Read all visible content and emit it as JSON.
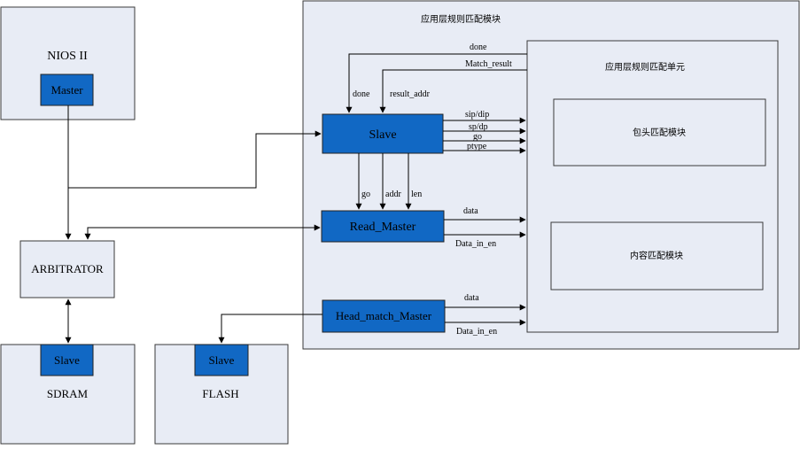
{
  "blocks": {
    "nios": "NIOS II",
    "master": "Master",
    "arbitrator": "ARBITRATOR",
    "sdram_slave": "Slave",
    "sdram": "SDRAM",
    "flash_slave": "Slave",
    "flash": "FLASH"
  },
  "module": {
    "title": "应用层规则匹配模块",
    "slave": "Slave",
    "read_master": "Read_Master",
    "head_match_master": "Head_match_Master",
    "unit_title": "应用层规则匹配单元",
    "header_match": "包头匹配模块",
    "content_match": "内容匹配模块"
  },
  "signals": {
    "done_top": "done",
    "match_result": "Match_result",
    "done": "done",
    "result_addr": "result_addr",
    "sip_dip": "sip/dip",
    "sp_dp": "sp/dp",
    "go_right": "go",
    "ptype": "ptype",
    "go_down": "go",
    "addr": "addr",
    "len": "len",
    "data_read": "data",
    "data_in_en_read": "Data_in_en",
    "data_head": "data",
    "data_in_en_head": "Data_in_en"
  },
  "colors": {
    "block_fill": "#e8ecf5",
    "accent_blue": "#1168c4"
  }
}
